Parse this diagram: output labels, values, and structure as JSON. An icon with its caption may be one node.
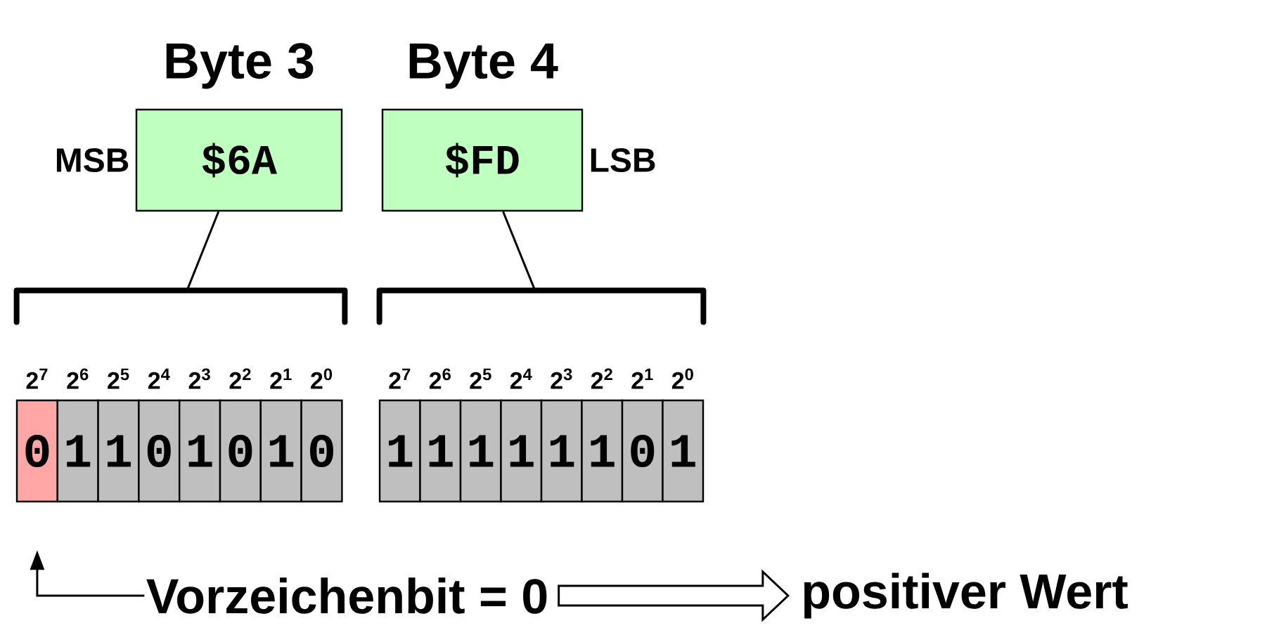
{
  "diagram": {
    "nodes": [
      {
        "text": [
          "Byte 3",
          "$6A"
        ],
        "beside": [
          "MSB"
        ]
      },
      {
        "text": [
          "Byte 4",
          "$FD"
        ],
        "beside": [
          "LSB"
        ]
      },
      {
        "text": [],
        "shape": "bracket"
      },
      {
        "text": [],
        "shape": "bracket"
      },
      {
        "text": [
          "0"
        ]
      },
      {
        "text": [
          "1"
        ]
      },
      {
        "text": [
          "1"
        ]
      },
      {
        "text": [
          "0"
        ]
      },
      {
        "text": [
          "1"
        ]
      },
      {
        "text": [
          "0"
        ]
      },
      {
        "text": [
          "1"
        ]
      },
      {
        "text": [
          "0"
        ]
      },
      {
        "text": [
          "1"
        ]
      },
      {
        "text": [
          "1"
        ]
      },
      {
        "text": [
          "1"
        ]
      },
      {
        "text": [
          "1"
        ]
      },
      {
        "text": [
          "1"
        ]
      },
      {
        "text": [
          "1"
        ]
      },
      {
        "text": [
          "0"
        ]
      },
      {
        "text": [
          "1"
        ]
      },
      {
        "text": [
          "Vorzeichenbit = 0"
        ]
      },
      {
        "text": [
          "positiver Wert"
        ]
      }
    ],
    "edges": [
      {
        "from": 0,
        "to": 2,
        "arrow": "none"
      },
      {
        "from": 1,
        "to": 3,
        "arrow": "none"
      },
      {
        "from": 20,
        "to": 4,
        "arrow": "to"
      },
      {
        "from": 20,
        "to": 21,
        "arrow": "to"
      }
    ],
    "labels": [
      "2$^{7}$",
      "2$^{6}$",
      "2$^{5}$",
      "2$^{4}$",
      "2$^{3}$",
      "2$^{2}$",
      "2$^{1}$",
      "2$^{0}$",
      "2$^{7}$",
      "2$^{6}$",
      "2$^{5}$",
      "2$^{4}$",
      "2$^{3}$",
      "2$^{2}$",
      "2$^{1}$",
      "2$^{0}$"
    ]
  }
}
